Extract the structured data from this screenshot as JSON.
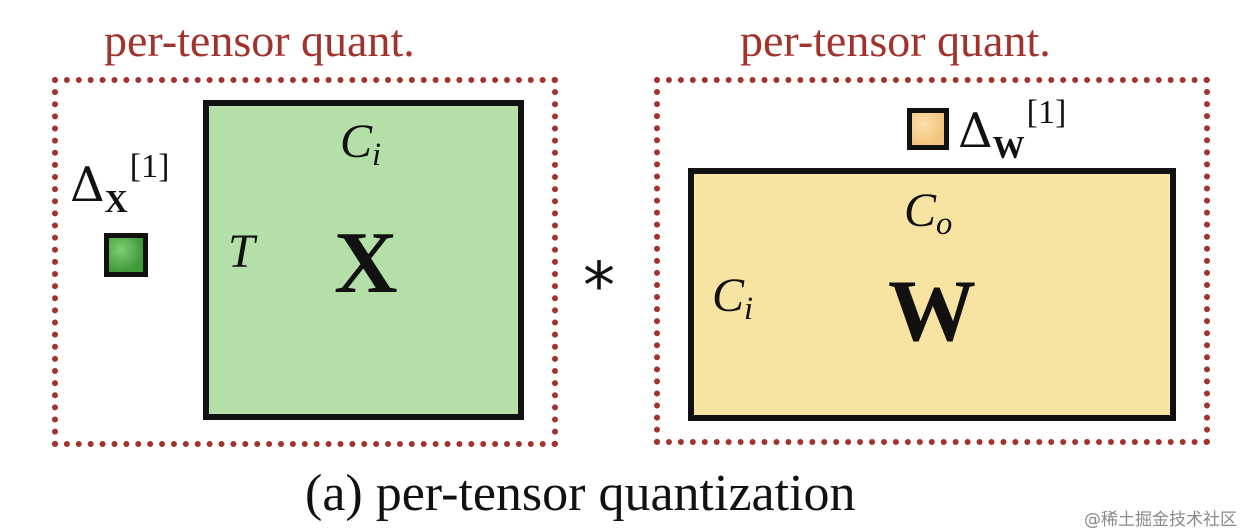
{
  "left_group": {
    "label": "per-tensor quant.",
    "delta": {
      "symbol": "Δ",
      "subscript": "X",
      "superscript": "[1]"
    },
    "matrix": {
      "top_label_main": "C",
      "top_label_sub": "i",
      "side_label": "T",
      "name": "X"
    }
  },
  "operator": "*",
  "right_group": {
    "label": "per-tensor quant.",
    "delta": {
      "symbol": "Δ",
      "subscript": "W",
      "superscript": "[1]"
    },
    "matrix": {
      "top_label_main": "C",
      "top_label_sub": "o",
      "side_label_main": "C",
      "side_label_sub": "i",
      "name": "W"
    }
  },
  "caption": "(a) per-tensor quantization",
  "watermark": "@稀土掘金技术社区",
  "colors": {
    "accent_red": "#a2332c",
    "x_fill": "#b5dfa8",
    "w_fill": "#f7e3a2",
    "delta_x_fill": "#3f9a3a",
    "delta_w_fill": "#f3c47d"
  }
}
